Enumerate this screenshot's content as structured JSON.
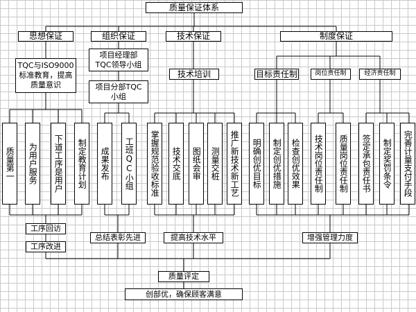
{
  "title": "质量保证体系",
  "categories": {
    "ideology": "思想保证",
    "organization": "组织保证",
    "technical": "技术保证",
    "system": "制度保证"
  },
  "subs": {
    "tqc_edu": "TQC与ISO9000标准教育，提高质量意识",
    "pm_tqc": "项目经理部TQC领导小组",
    "branch_tqc": "项目分部TQC小组",
    "tech_training": "技术培训",
    "target_resp": "目标责任制",
    "post_resp": "岗位责任制",
    "econ_resp": "经济责任制"
  },
  "leaves": [
    "质量第一",
    "为用户服务",
    "下道工序是用户",
    "制定教育计划",
    "成果发布",
    "工班QC小组",
    "掌握规范验收标准",
    "技术交底",
    "图纸会审",
    "测量交桩",
    "推广新技术新工艺",
    "明确创优目标",
    "制定创优措施",
    "检查创优效果",
    "技术岗位责任制",
    "质量岗位责任制",
    "签定承包责任书",
    "制定奖罚条令",
    "完善计量支付手段"
  ],
  "bottom": {
    "return_visit": "工序回访",
    "improve_process": "工序改进",
    "summarize": "总结表彰先进",
    "raise_tech": "提高技术水平",
    "strengthen_mgmt": "增强管理力度",
    "evaluation": "质量评定",
    "goal": "创部优，确保顾客满意"
  }
}
